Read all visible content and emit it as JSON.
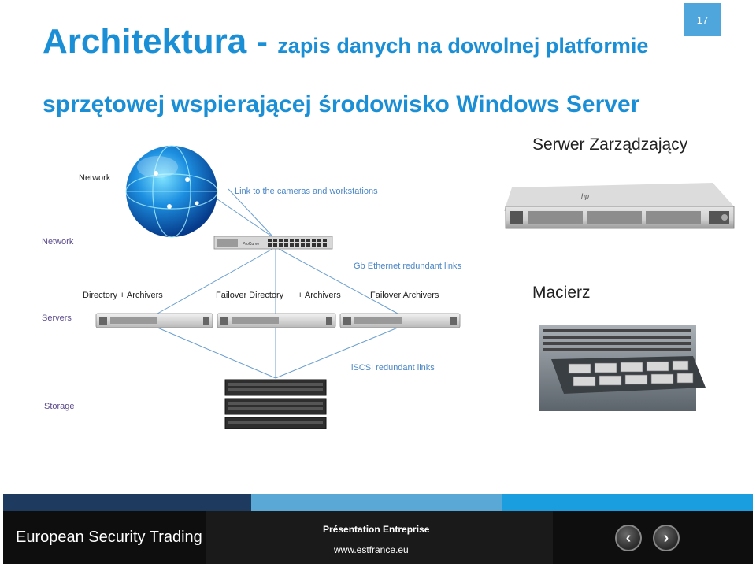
{
  "slide": {
    "title_main": "Architektura",
    "title_dash": " - ",
    "title_sub": "zapis danych na dowolnej platformie",
    "title_line2": "sprzętowej wspierającej środowisko Windows Server",
    "page_number": "17"
  },
  "right_panel": {
    "server_label": "Serwer Zarządzający",
    "array_label": "Macierz"
  },
  "diagram": {
    "network_top": "Network",
    "link_label": "Link to the cameras and workstations",
    "network_left": "Network",
    "gb_label": "Gb Ethernet redundant links",
    "server1": "Directory + Archivers",
    "server2": "Failover Directory",
    "server2b": "+ Archivers",
    "server3": "Failover Archivers",
    "servers_left": "Servers",
    "iscsi_label": "iSCSI redundant links",
    "storage_left": "Storage",
    "switch_brand": "ProCurve",
    "hp_logo": "hp"
  },
  "footer": {
    "company": "European Security Trading",
    "presentation": "Présentation Entreprise",
    "url": "www.estfrance.eu",
    "prev_symbol": "‹",
    "next_symbol": "›"
  },
  "colors": {
    "title": "#1a8fd6",
    "diagram_label": "#4a86c5",
    "footer_bg": "#0e0e0e"
  }
}
